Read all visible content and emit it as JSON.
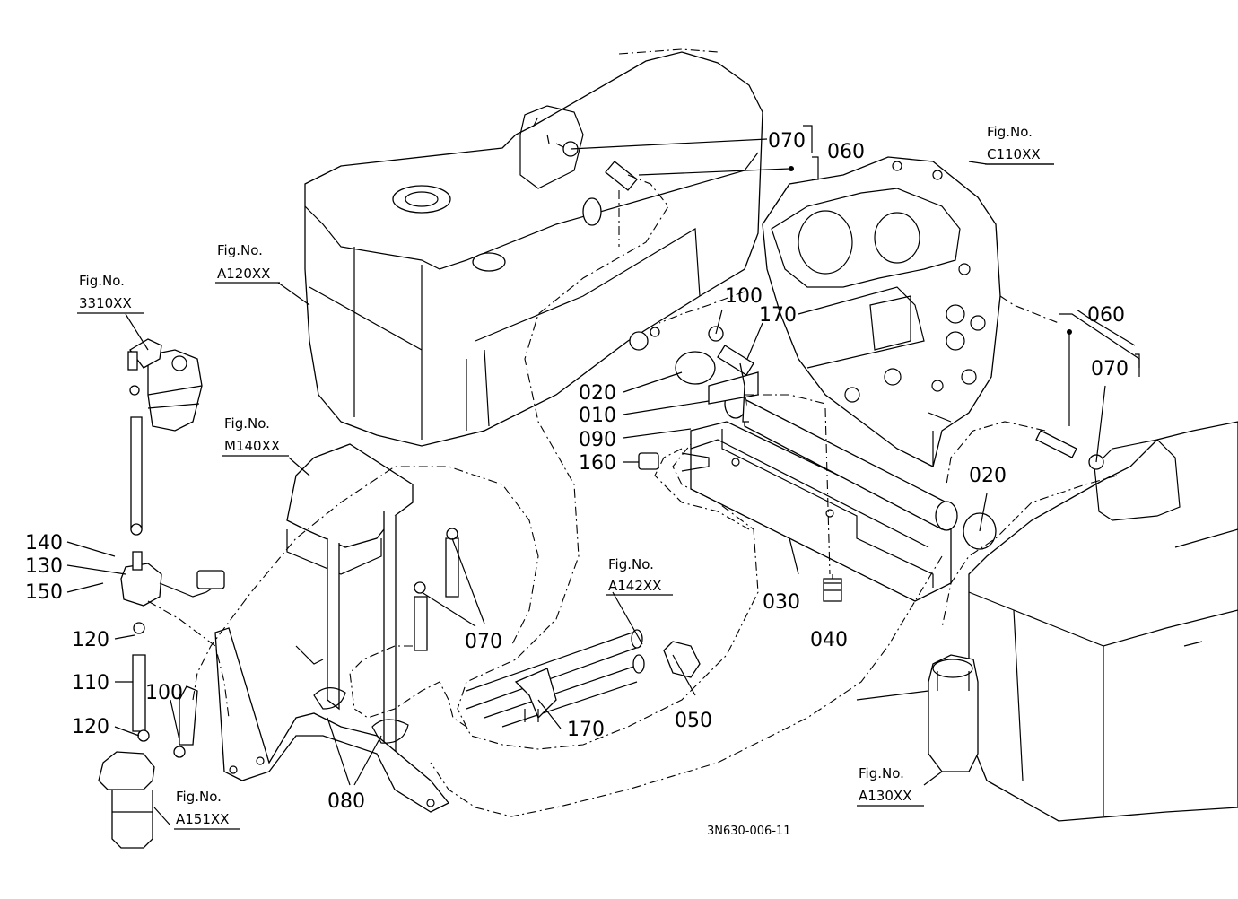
{
  "figure_refs": {
    "a120": {
      "label": "Fig.No.",
      "code": "A120XX"
    },
    "c110": {
      "label": "Fig.No.",
      "code": "C110XX"
    },
    "r3310": {
      "label": "Fig.No.",
      "code": "3310XX"
    },
    "m140": {
      "label": "Fig.No.",
      "code": "M140XX"
    },
    "a142": {
      "label": "Fig.No.",
      "code": "A142XX"
    },
    "a151": {
      "label": "Fig.No.",
      "code": "A151XX"
    },
    "a130": {
      "label": "Fig.No.",
      "code": "A130XX"
    }
  },
  "callouts": {
    "p070_top": "070",
    "p060_top": "060",
    "p100_mid": "100",
    "p170_mid": "170",
    "p020_left": "020",
    "p010": "010",
    "p090": "090",
    "p160": "160",
    "p060_right": "060",
    "p070_right": "070",
    "p020_right": "020",
    "p030": "030",
    "p040": "040",
    "p070_center": "070",
    "p050": "050",
    "p170_bottom": "170",
    "p080": "080",
    "p140": "140",
    "p130": "130",
    "p150": "150",
    "p120_top": "120",
    "p110": "110",
    "p120_bottom": "120",
    "p100_left": "100"
  },
  "drawing_code": "3N630-006-11"
}
